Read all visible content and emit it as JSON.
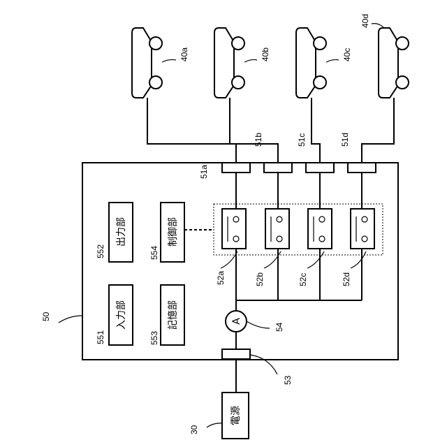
{
  "labels": {
    "power_source": "電源",
    "power_source_ref": "30",
    "device_ref": "50",
    "input_unit": "入力部",
    "input_unit_ref": "551",
    "output_unit": "出力部",
    "output_unit_ref": "552",
    "storage_unit": "記憶部",
    "storage_unit_ref": "553",
    "control_unit": "制御部",
    "control_unit_ref": "554",
    "ammeter_symbol": "A",
    "ammeter_ref": "54",
    "power_connector_ref": "53",
    "vehicles": [
      "40a",
      "40b",
      "40c",
      "40d"
    ],
    "vehicle_connectors": [
      "51a",
      "51b",
      "51c",
      "51d"
    ],
    "switches": [
      "52a",
      "52b",
      "52c",
      "52d"
    ]
  }
}
